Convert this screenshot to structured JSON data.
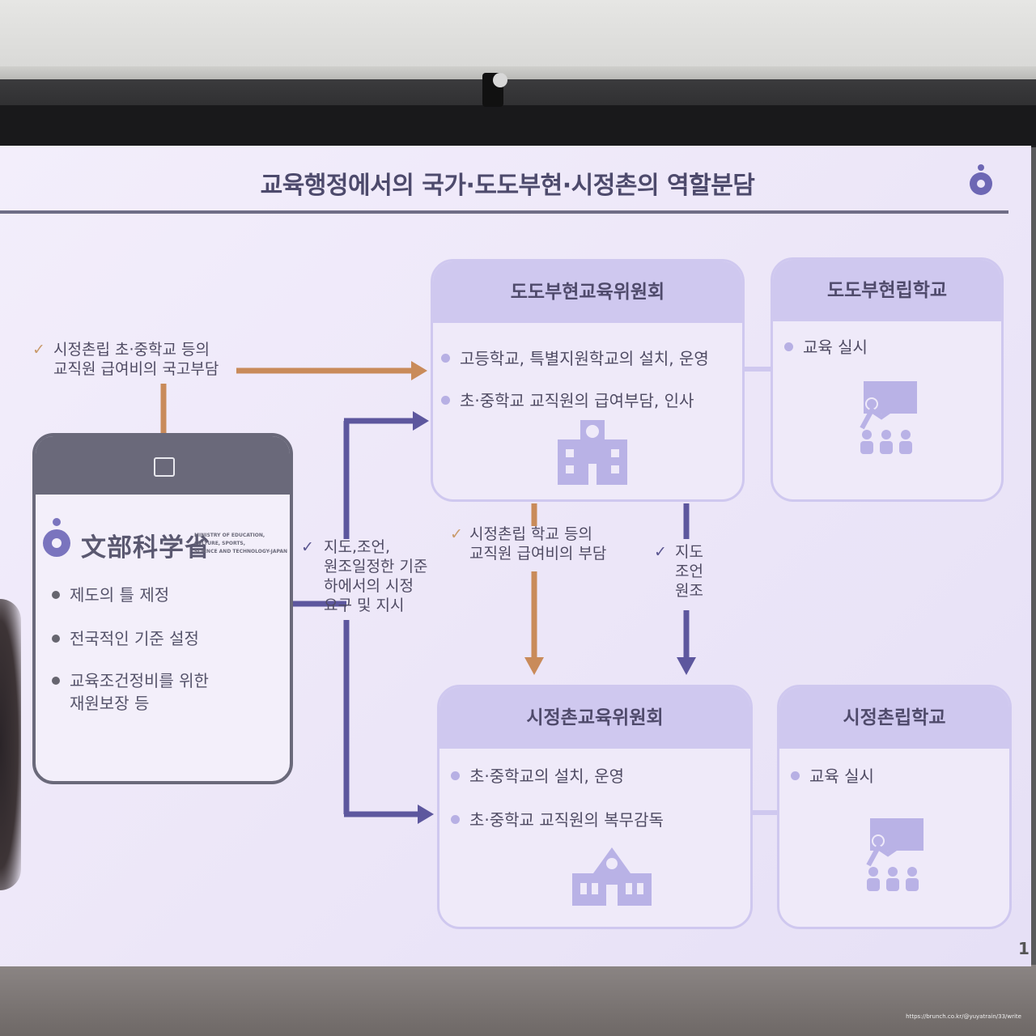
{
  "slide": {
    "title": "교육행정에서의 국가·도도부현·시정촌의 역할분담",
    "page_number": "1"
  },
  "mext": {
    "logo_kanji": "文部科学省",
    "logo_english": "MINISTRY OF EDUCATION,\nCULTURE, SPORTS,\nSCIENCE AND TECHNOLOGY-JAPAN",
    "items": [
      "제도의 틀 제정",
      "전국적인 기준 설정",
      "교육조건정비를 위한",
      "재원보장 등"
    ]
  },
  "pref_board": {
    "title": "도도부현교육위원회",
    "items": [
      "고등학교, 특별지원학교의 설치, 운영",
      "초·중학교 교직원의 급여부담, 인사"
    ]
  },
  "pref_school": {
    "title": "도도부현립학교",
    "items": [
      "교육 실시"
    ]
  },
  "muni_board": {
    "title": "시정촌교육위원회",
    "items": [
      "초·중학교의 설치, 운영",
      "초·중학교 교직원의 복무감독"
    ]
  },
  "muni_school": {
    "title": "시정촌립학교",
    "items": [
      "교육 실시"
    ]
  },
  "notes": {
    "national_burden": "시정촌립 초·중학교 등의\n교직원 급여비의 국고부담",
    "guidance_national": "지도,조언,\n원조일정한 기준\n하에서의 시정\n요구 및 지시",
    "pref_burden": "시정촌립 학교 등의\n교직원 급여비의 부담",
    "guidance_pref": "지도\n조언\n원조"
  },
  "watermark": "https://brunch.co.kr/@yuyatrain/33/write",
  "colors": {
    "accent_orange": "#c98b5a",
    "accent_purple": "#5d579e",
    "box_header": "#cfc8ef",
    "mext_dark": "#6a697a"
  },
  "icons": [
    "emblem-icon",
    "building-icon",
    "school-building-icon",
    "teacher-board-icon",
    "students-icon",
    "check-icon"
  ]
}
